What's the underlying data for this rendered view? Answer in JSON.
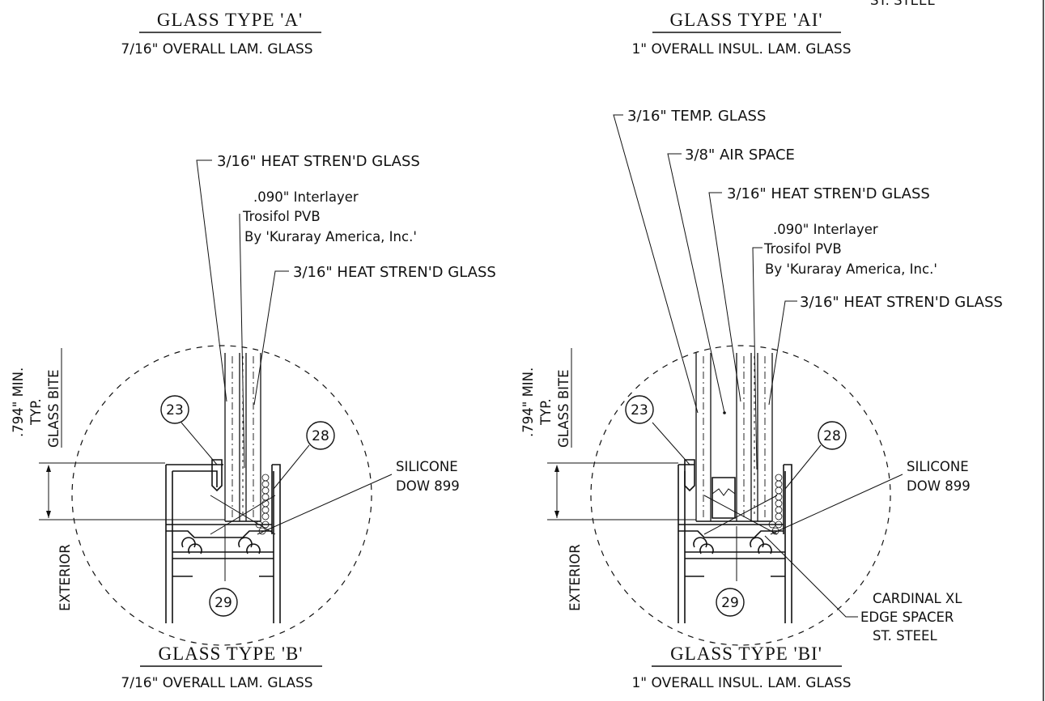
{
  "top_right_fragment": "ST. STEEL",
  "left": {
    "title_top": "GLASS TYPE 'A'",
    "subtitle_top": "7/16\" OVERALL LAM. GLASS",
    "title_bottom": "GLASS TYPE 'B'",
    "subtitle_bottom": "7/16\" OVERALL LAM. GLASS",
    "callout_outer_glass": "3/16\" HEAT STREN'D GLASS",
    "interlayer_line1": ".090\" Interlayer",
    "interlayer_line2": "Trosifol PVB",
    "interlayer_line3": "By 'Kuraray America, Inc.'",
    "callout_inner_glass": "3/16\" HEAT STREN'D GLASS",
    "bite_line1": ".794\" MIN.",
    "bite_line2": "TYP.",
    "bite_line3": "GLASS BITE",
    "silicone_line1": "SILICONE",
    "silicone_line2": "DOW 899",
    "exterior": "EXTERIOR",
    "bubble_23": "23",
    "bubble_28": "28",
    "bubble_29": "29"
  },
  "right": {
    "title_top": "GLASS TYPE 'AI'",
    "subtitle_top": "1\" OVERALL INSUL. LAM. GLASS",
    "title_bottom": "GLASS TYPE 'BI'",
    "subtitle_bottom": "1\" OVERALL INSUL. LAM. GLASS",
    "callout_temp_glass": "3/16\" TEMP. GLASS",
    "callout_air_space": "3/8\" AIR SPACE",
    "callout_heat_glass_1": "3/16\" HEAT STREN'D GLASS",
    "interlayer_line1": ".090\" Interlayer",
    "interlayer_line2": "Trosifol PVB",
    "interlayer_line3": "By 'Kuraray America, Inc.'",
    "callout_heat_glass_2": "3/16\" HEAT STREN'D GLASS",
    "bite_line1": ".794\" MIN.",
    "bite_line2": "TYP.",
    "bite_line3": "GLASS BITE",
    "silicone_line1": "SILICONE",
    "silicone_line2": "DOW 899",
    "spacer_line1": "CARDINAL XL",
    "spacer_line2": "EDGE SPACER",
    "spacer_line3": "ST. STEEL",
    "exterior": "EXTERIOR",
    "bubble_23": "23",
    "bubble_28": "28",
    "bubble_29": "29"
  }
}
